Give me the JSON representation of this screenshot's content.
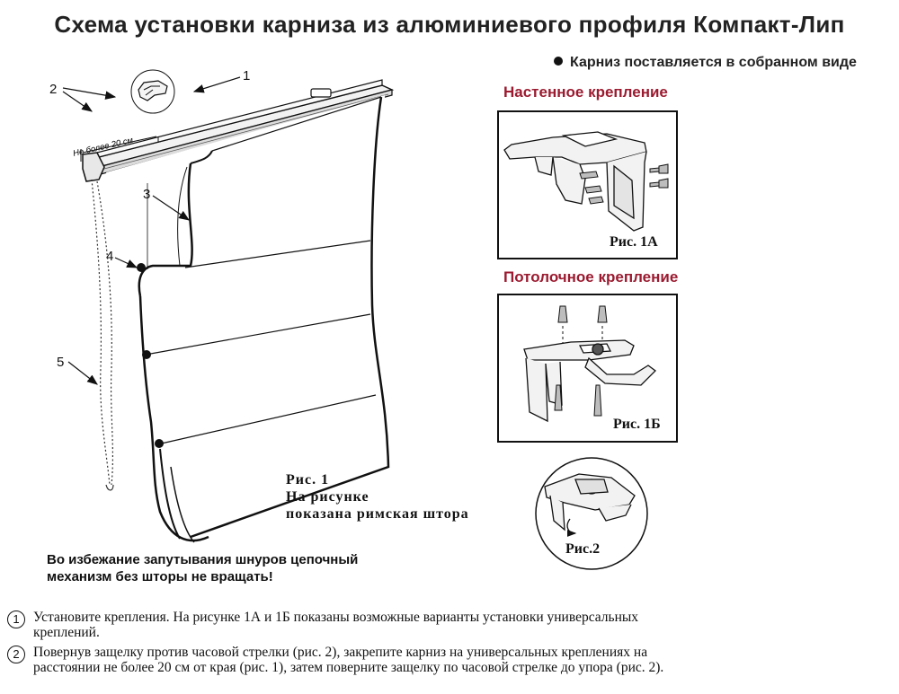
{
  "title": "Схема  установки карниза из алюминиевого профиля Компакт-Лип",
  "note": "Карниз поставляется в собранном виде",
  "wall_mount": {
    "label": "Настенное крепление",
    "caption": "Рис. 1А",
    "label_color": "#9b1b30"
  },
  "ceiling_mount": {
    "label": "Потолочное крепление",
    "caption": "Рис. 1Б",
    "label_color": "#9b1b30"
  },
  "figure1": {
    "width_note": "Не более 20 см",
    "callouts": [
      "1",
      "2",
      "3",
      "4",
      "5"
    ],
    "caption_lines": [
      "Рис. 1",
      "На рисунке",
      "показана римская штора"
    ]
  },
  "figure2": {
    "caption": "Рис.2"
  },
  "warning_lines": [
    "Во избежание запутывания шнуров цепочный",
    "механизм без шторы не вращать!"
  ],
  "steps": [
    {
      "number": "1",
      "text": "Установите крепления. На рисунке 1А и 1Б показаны возможные варианты установки универсальных креплений."
    },
    {
      "number": "2",
      "text": "Повернув защелку против часовой стрелки (рис. 2), закрепите карниз на универсальных креплениях на расстоянии не более 20 см от края (рис. 1), затем поверните защелку по часовой стрелке до упора (рис. 2)."
    }
  ]
}
